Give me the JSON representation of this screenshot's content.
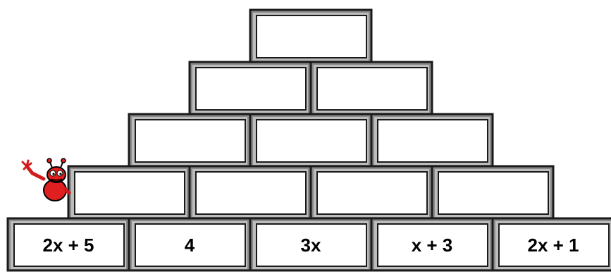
{
  "pyramid": {
    "rows": [
      {
        "bricks": [
          ""
        ]
      },
      {
        "bricks": [
          "",
          ""
        ]
      },
      {
        "bricks": [
          "",
          "",
          ""
        ]
      },
      {
        "bricks": [
          "",
          "",
          "",
          ""
        ]
      },
      {
        "bricks": [
          "2x + 5",
          "4",
          "3x",
          "x + 3",
          "2x + 1"
        ]
      }
    ]
  },
  "mascot": {
    "icon": "red-alien-mascot-icon",
    "color": "#e02020"
  },
  "colors": {
    "brick_shadow": "#8a8a8a",
    "brick_shadow_light": "#bdbdbd",
    "outline": "#1a1a1a"
  }
}
